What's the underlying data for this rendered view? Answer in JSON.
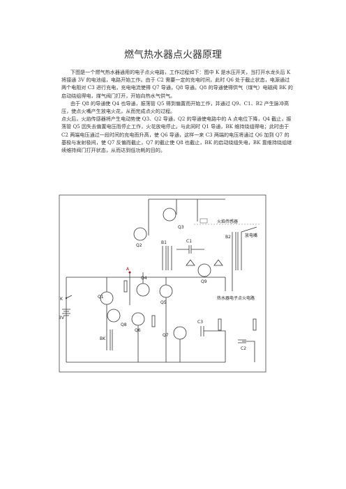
{
  "document": {
    "title": "燃气热水器点火器原理",
    "paragraphs": [
      "下图是一个燃气热水器通用的电子点火电路，工作过程如下：图中 K 是水压开关，当打开水龙头后 K 将接通 3V 的电池组，电路开始工作。由于 C2 需要一定的充电时间，此时 Q6 处于截止状态，电源通过两个电阻对 C3 进行充电，充电电流使得 Q7 导通，Q8 导通。Q8 的导通使得供气（煤气）电磁阀 BK 的启动绕组得电，煤气阀门打开，开始向热水气供气。",
      "由于 Q8 的导通使 Q4 也导通，振荡管 Q5 得到偏置而开始工作，并通过 Q9、C1、B2 产生脉冲高压，使点火嘴产生放电火花，从而完成点火的过程。",
      "点火后，火焰传感器将产生电动势使 Q3、Q2 导通，Q2 的导通使电路中的 A 点电位下降，Q4 截止，振荡管 Q5 因失去偏置电压而停止工作，火花放电停止。与此同时 Q1 导通，BK 维持绕组得电；此时由于 C2 两端电压通过一段时间的充电而升高，使 Q6 导通，这样一来 C3 两端的电压将通过 Q6 加到 Q7 的基极与发射极间，使 Q7 反偏而截止，Q7 的截止使 Q8 也截止，BK 的启动绕组失电，BK 靠维持绕组继续维持阀门打开状态，从而达到低功耗的目的。"
    ]
  },
  "diagram_labels": {
    "flame_sensor": "火焰传感器",
    "spark_plug": "放电嘴",
    "circuit_name": "热水器电子点火电路",
    "q1": "Q1",
    "q2": "Q2",
    "q3": "Q3",
    "q4": "Q4",
    "q5": "Q5",
    "q6": "Q6",
    "q7": "Q7",
    "q8": "Q8",
    "q9": "Q9",
    "b1": "B1",
    "b2": "B2",
    "bk": "BK",
    "c1": "C1",
    "c2": "C2",
    "c3": "C3",
    "k": "K",
    "battery": "3V",
    "point_a": "A"
  }
}
